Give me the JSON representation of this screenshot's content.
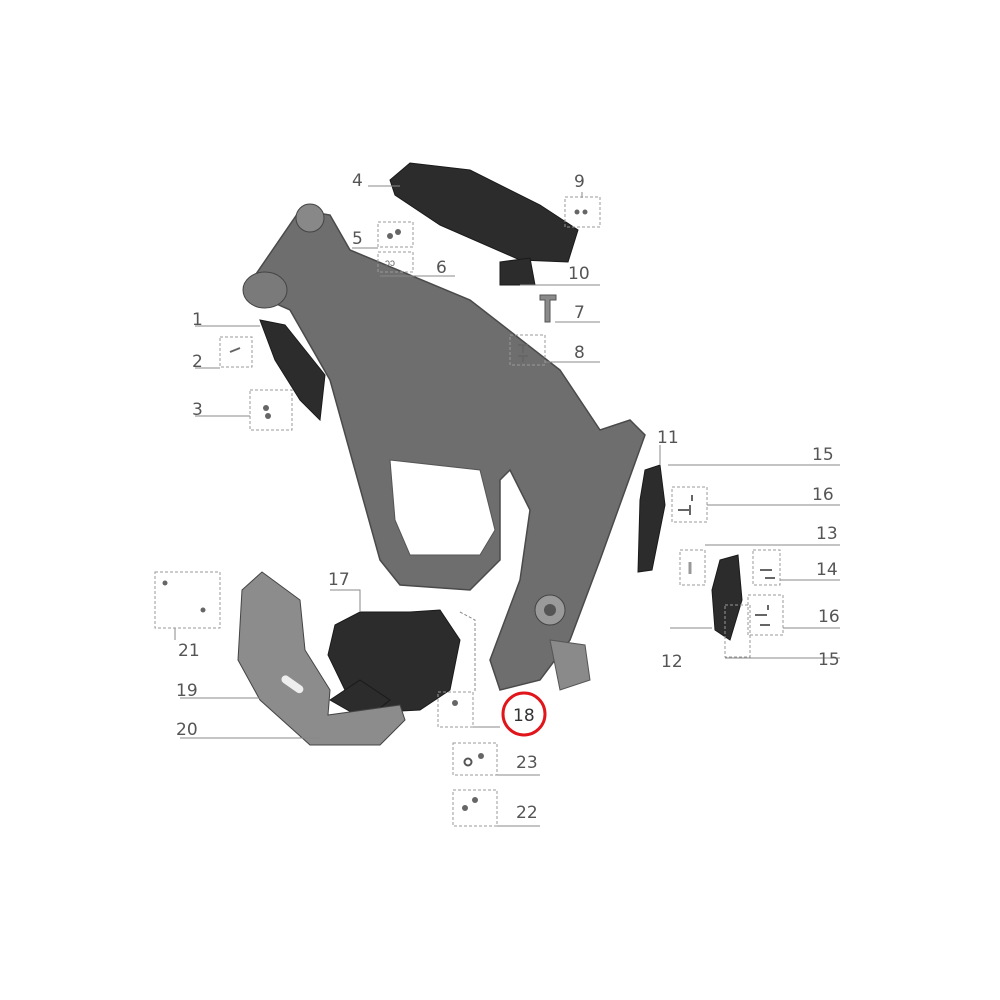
{
  "diagram": {
    "title": "Frame exploded parts diagram",
    "highlight_color": "#e0161b",
    "highlighted_part": "18",
    "labels": {
      "p1": "1",
      "p2": "2",
      "p3": "3",
      "p4": "4",
      "p5": "5",
      "p6": "6",
      "p7": "7",
      "p8": "8",
      "p9": "9",
      "p10": "10",
      "p11": "11",
      "p12": "12",
      "p13": "13",
      "p14": "14",
      "p15a": "15",
      "p15b": "15",
      "p16a": "16",
      "p16b": "16",
      "p17": "17",
      "p18": "18",
      "p19": "19",
      "p20": "20",
      "p21": "21",
      "p22": "22",
      "p23": "23"
    }
  }
}
